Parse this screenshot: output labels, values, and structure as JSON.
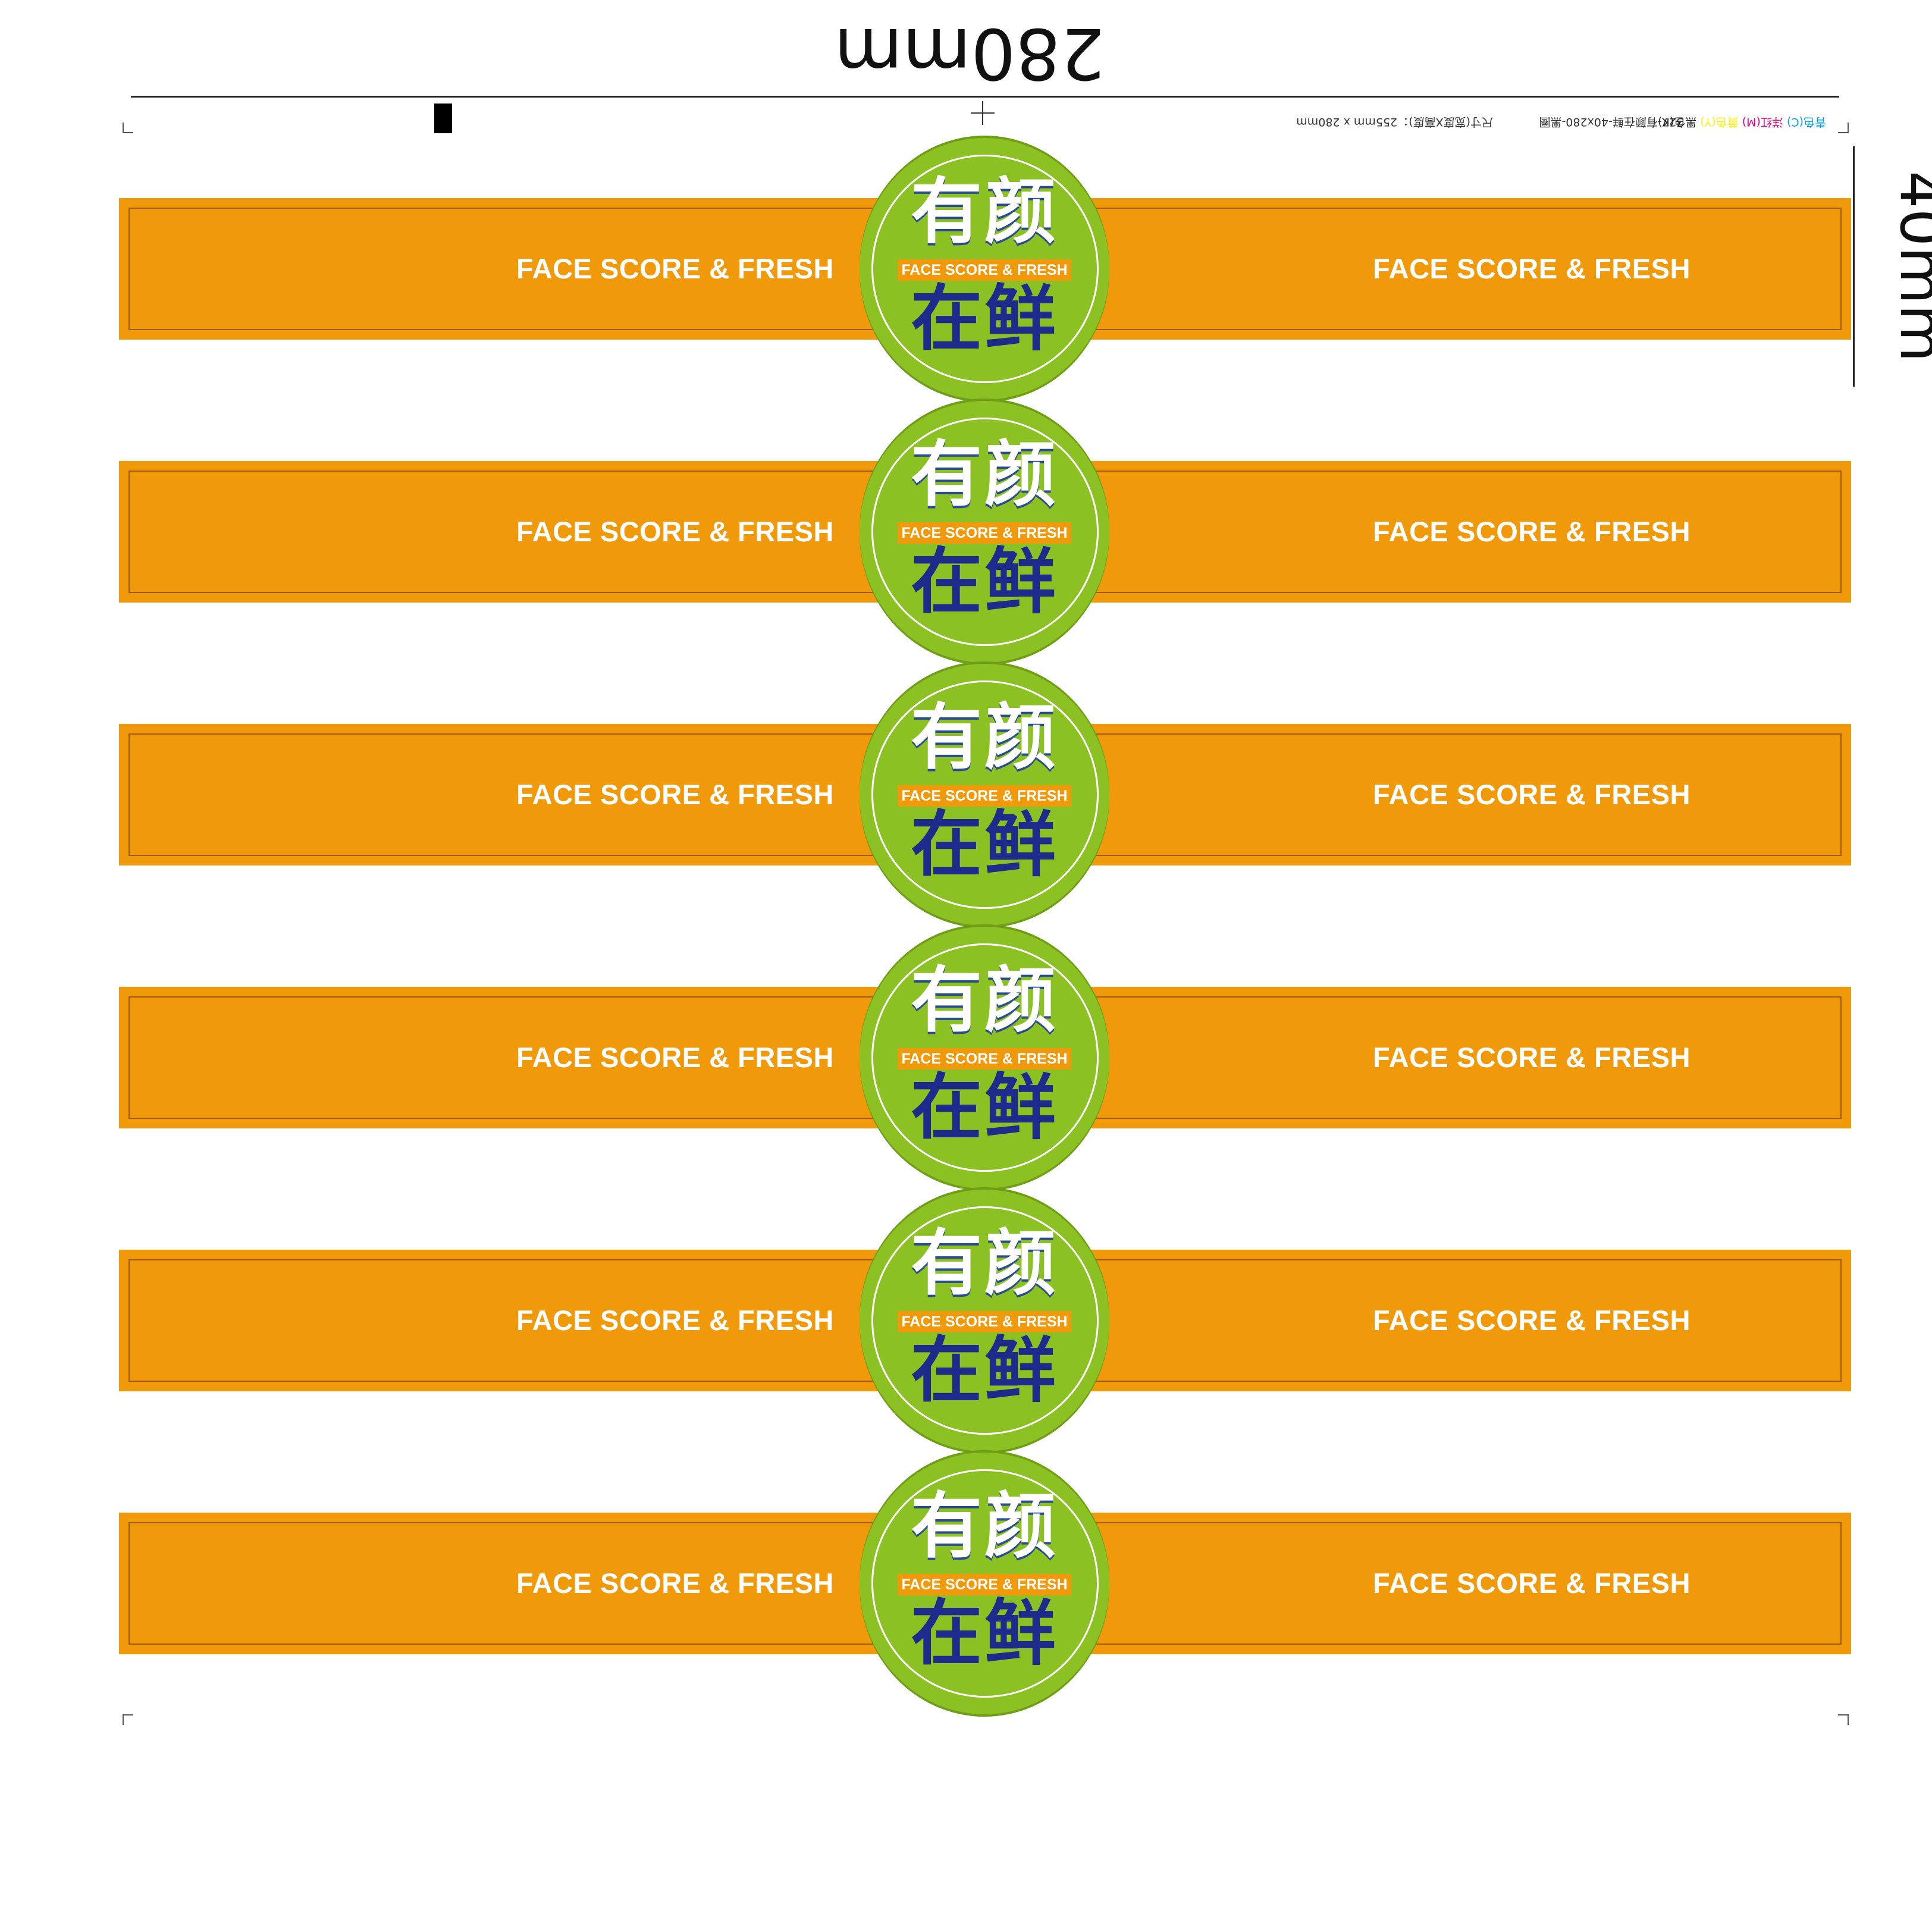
{
  "dimension_width": "280mm",
  "dimension_height": "40mm",
  "print_info": {
    "size_text": "尺寸(宽度X高度)：255mm x 280mm",
    "file_name": "327-有颜在鲜-40x280-黑圈",
    "colors": [
      {
        "label": "青色(C)",
        "color": "#00a0e9"
      },
      {
        "label": "洋红(M)",
        "color": "#e4007f"
      },
      {
        "label": "黄色(Y)",
        "color": "#fff100"
      },
      {
        "label": "黑色(K)",
        "color": "#222222"
      }
    ]
  },
  "strips": [
    {
      "left_text": "FACE SCORE & FRESH",
      "right_text": "FACE SCORE & FRESH",
      "badge_top": "有颜",
      "badge_mid": "FACE SCORE & FRESH",
      "badge_bottom": "在鲜"
    },
    {
      "left_text": "FACE SCORE & FRESH",
      "right_text": "FACE SCORE & FRESH",
      "badge_top": "有颜",
      "badge_mid": "FACE SCORE & FRESH",
      "badge_bottom": "在鲜"
    },
    {
      "left_text": "FACE SCORE & FRESH",
      "right_text": "FACE SCORE & FRESH",
      "badge_top": "有颜",
      "badge_mid": "FACE SCORE & FRESH",
      "badge_bottom": "在鲜"
    },
    {
      "left_text": "FACE SCORE & FRESH",
      "right_text": "FACE SCORE & FRESH",
      "badge_top": "有颜",
      "badge_mid": "FACE SCORE & FRESH",
      "badge_bottom": "在鲜"
    },
    {
      "left_text": "FACE SCORE & FRESH",
      "right_text": "FACE SCORE & FRESH",
      "badge_top": "有颜",
      "badge_mid": "FACE SCORE & FRESH",
      "badge_bottom": "在鲜"
    },
    {
      "left_text": "FACE SCORE & FRESH",
      "right_text": "FACE SCORE & FRESH",
      "badge_top": "有颜",
      "badge_mid": "FACE SCORE & FRESH",
      "badge_bottom": "在鲜"
    }
  ],
  "colors": {
    "band": "#f09a0b",
    "badge_green": "#8bc123",
    "badge_blue_text": "#1e2a8c",
    "white": "#ffffff"
  }
}
